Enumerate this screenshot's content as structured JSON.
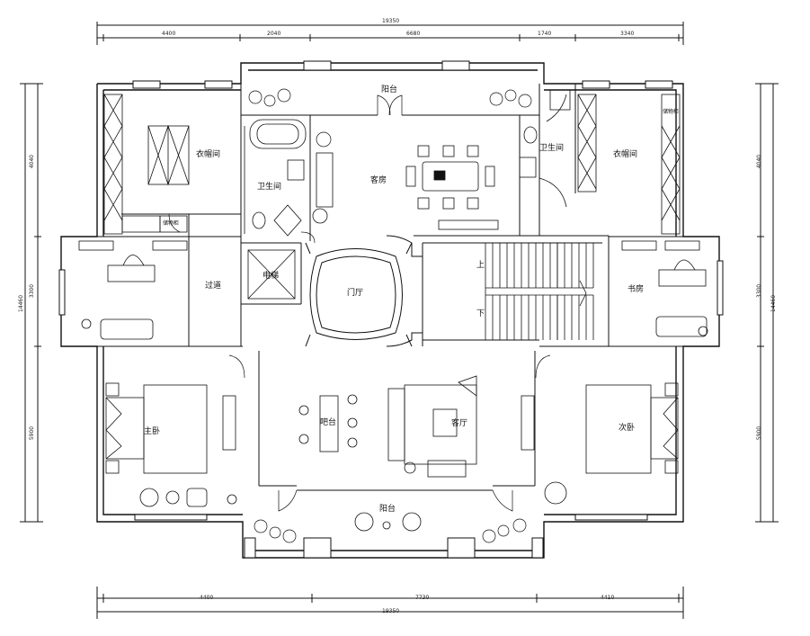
{
  "dimensions": {
    "top_total": "19350",
    "top_segments": [
      "4400",
      "2040",
      "6680",
      "1740",
      "3340"
    ],
    "bottom_total": "19350",
    "bottom_segments": [
      "4400",
      "7730",
      "4410"
    ],
    "left_total": "14460",
    "left_segments": [
      "4040",
      "3300",
      "5900"
    ],
    "right_total": "14460",
    "right_segments": [
      "4040",
      "3300",
      "5900"
    ]
  },
  "rooms": {
    "cloakroom_left": "衣帽间",
    "cloakroom_right": "衣帽间",
    "bathroom_left": "卫生间",
    "bathroom_right": "卫生间",
    "guest_room": "客房",
    "balcony_top": "阳台",
    "corridor": "过道",
    "elevator": "电梯",
    "foyer": "门厅",
    "study_right": "书房",
    "stairs_up": "上",
    "stairs_down": "下",
    "master_bedroom": "主卧",
    "second_bedroom": "次卧",
    "bar": "吧台",
    "living_room": "客厅",
    "balcony_bottom": "阳台"
  },
  "furniture_labels": {
    "cabinet_left": "储物柜",
    "cabinet_right": "储物柜"
  }
}
